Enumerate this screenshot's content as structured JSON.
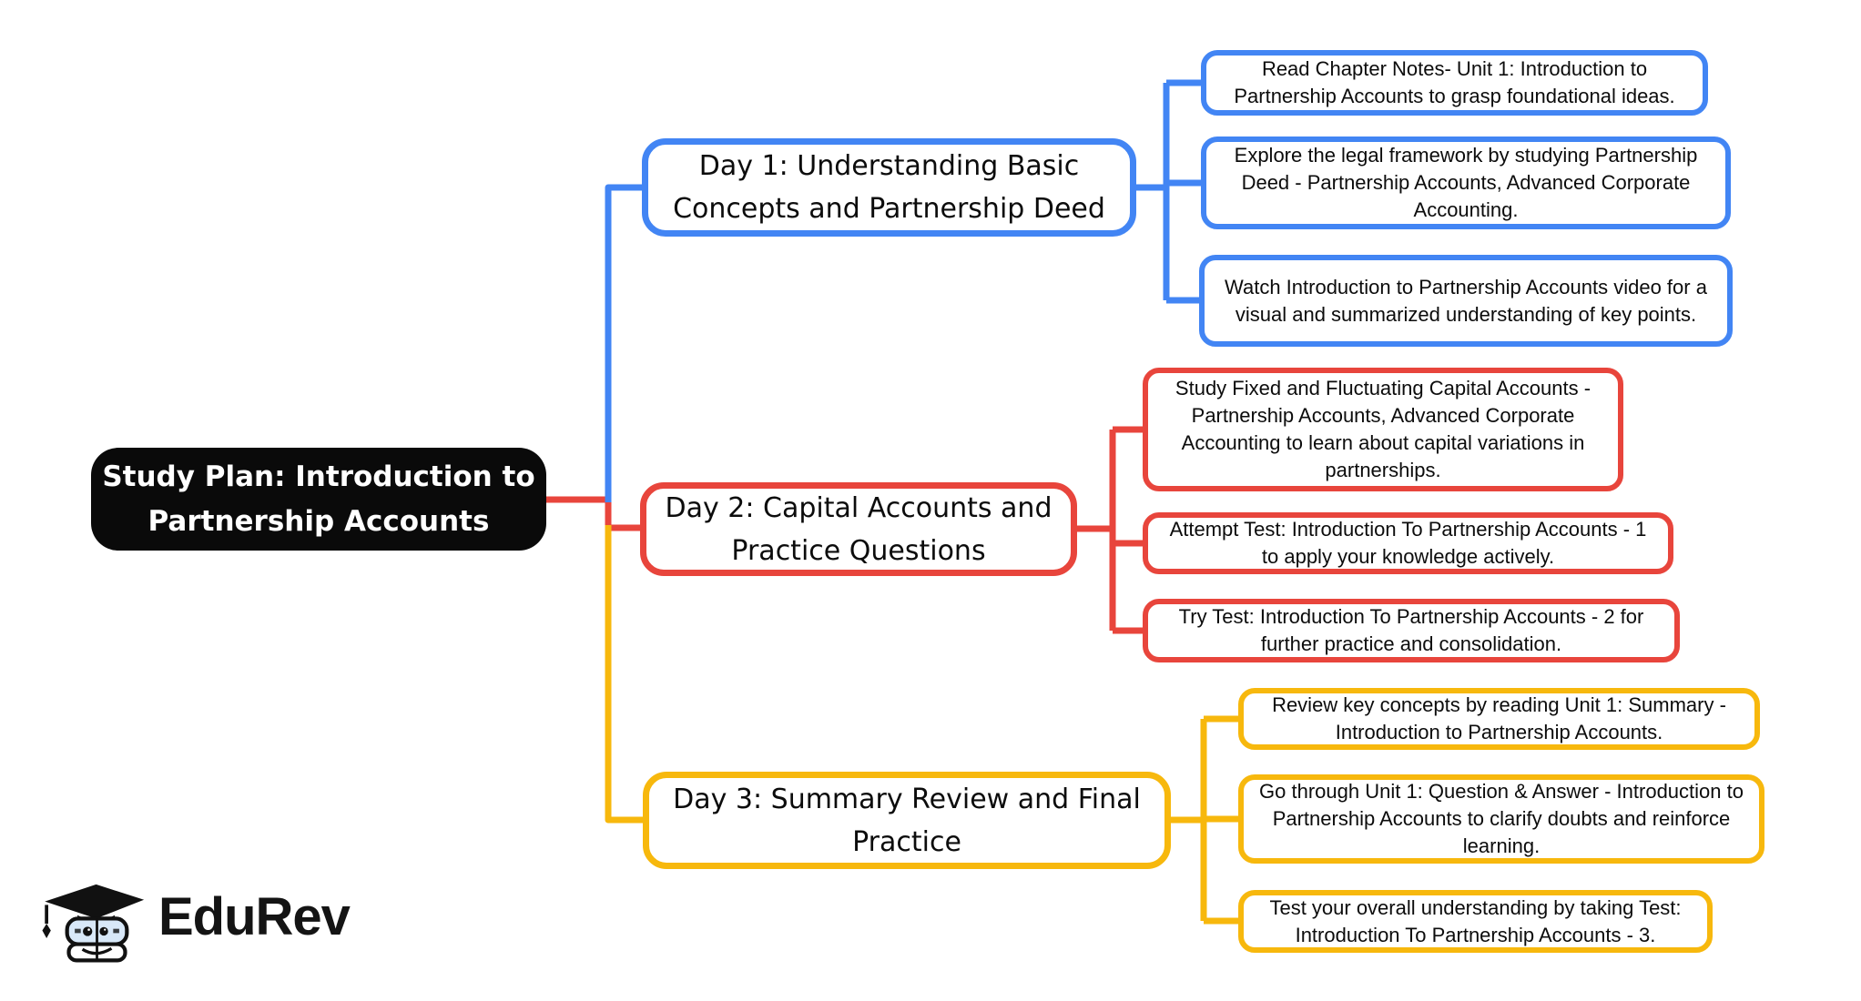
{
  "title": "Study Plan: Introduction to Partnership Accounts",
  "branches": [
    {
      "label": "Day 1: Understanding Basic Concepts and Partnership Deed",
      "color": "#4285F4",
      "children": [
        "Read Chapter Notes- Unit 1: Introduction to Partnership Accounts to grasp foundational ideas.",
        "Explore the legal framework by studying Partnership Deed - Partnership Accounts, Advanced Corporate Accounting.",
        "Watch Introduction to Partnership Accounts video for a visual and summarized understanding of key points."
      ]
    },
    {
      "label": "Day 2: Capital Accounts and Practice Questions",
      "color": "#E8453C",
      "children": [
        "Study Fixed and Fluctuating Capital Accounts - Partnership Accounts, Advanced Corporate Accounting to learn about capital variations in partnerships.",
        "Attempt Test: Introduction To Partnership Accounts - 1 to apply your knowledge actively.",
        "Try Test: Introduction To Partnership Accounts - 2 for further practice and consolidation."
      ]
    },
    {
      "label": "Day 3: Summary Review and Final Practice",
      "color": "#F7B80D",
      "children": [
        "Review key concepts by reading Unit 1: Summary - Introduction to Partnership Accounts.",
        "Go through Unit 1: Question & Answer - Introduction to Partnership Accounts to clarify doubts and reinforce learning.",
        "Test your overall understanding by taking Test: Introduction To Partnership Accounts - 3."
      ]
    }
  ],
  "logo": {
    "text": "EduRev"
  },
  "colors": {
    "root_bg": "#0A0A0A",
    "root_text": "#FFFFFF",
    "day1": "#4285F4",
    "day2": "#E8453C",
    "day3": "#F7B80D"
  }
}
